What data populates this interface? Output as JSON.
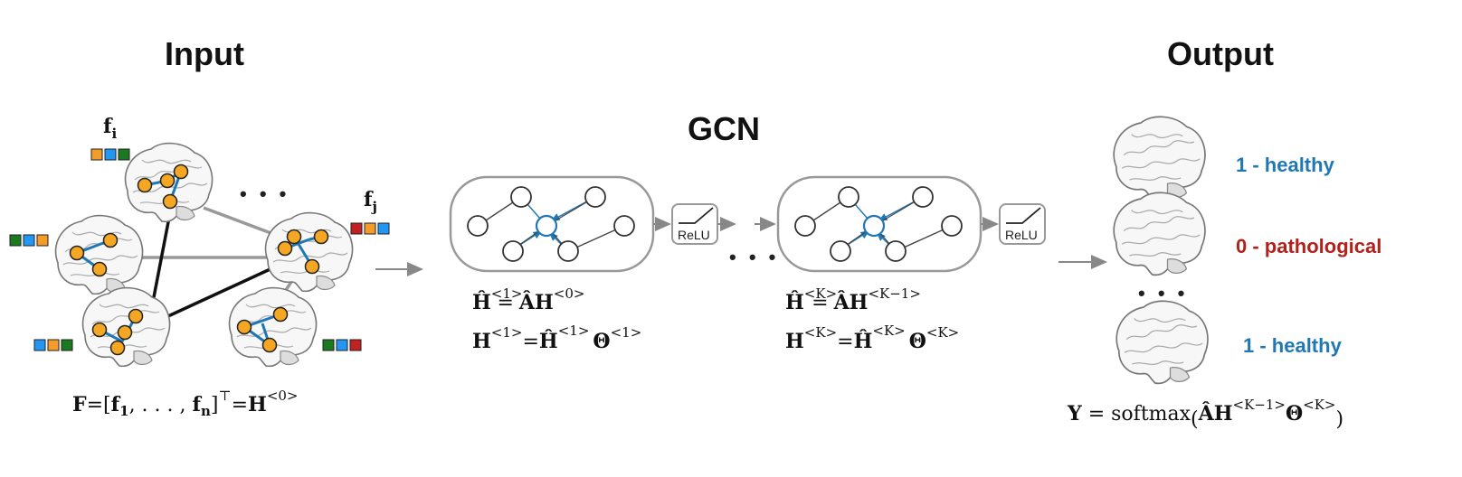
{
  "headings": {
    "input": "Input",
    "gcn": "GCN",
    "output": "Output"
  },
  "input": {
    "node_label_i": "f",
    "node_label_i_sub": "i",
    "node_label_j": "f",
    "node_label_j_sub": "j",
    "ellipsis": "• • •",
    "formula": {
      "lhs": "F",
      "eq": "=[",
      "f1": "f",
      "f1_sub": "1",
      "mid": ", . . . , ",
      "fn": "f",
      "fn_sub": "n",
      "close": "]",
      "transpose": "⊤",
      "eq2": "=",
      "H": "H",
      "H_sup": "<0>"
    }
  },
  "gcn": {
    "relu_label": "ReLU",
    "ellipsis": "• • •",
    "layer1": {
      "line1": {
        "Hhat": "Ĥ",
        "sup1": "<1>",
        "eq": "=",
        "AH": "ÂH",
        "sup2": "<0>"
      },
      "line2": {
        "H": "H",
        "sup1": "<1>",
        "eq": "=",
        "Hhat": "Ĥ",
        "sup2": "<1>",
        "Theta": "Θ",
        "sup3": "<1>"
      }
    },
    "layerK": {
      "line1": {
        "Hhat": "Ĥ",
        "sup1": "<K>",
        "eq": "=",
        "AH": "ÂH",
        "sup2": "<K−1>"
      },
      "line2": {
        "H": "H",
        "sup1": "<K>",
        "eq": "=",
        "Hhat": "Ĥ",
        "sup2": "<K>",
        "Theta": "Θ",
        "sup3": "<K>"
      }
    }
  },
  "output": {
    "labels": [
      "1 - healthy",
      "0 - pathological",
      "1 - healthy"
    ],
    "ellipsis": "• • •",
    "formula": {
      "Y": "Y",
      "eq": " = softmax",
      "lparen": "(",
      "AH": "ÂH",
      "sup1": "<K−1>",
      "Theta": "Θ",
      "sup2": "<K>",
      "rparen": ")"
    }
  },
  "colors": {
    "node_fill": "#f5a623",
    "edge_blue": "#1f77b4",
    "sq_orange": "#f39c2a",
    "sq_blue": "#2196f3",
    "sq_green": "#1b7a1f",
    "sq_red": "#c0221f",
    "label_blue": "#1f77b4",
    "label_red": "#b2211c"
  }
}
